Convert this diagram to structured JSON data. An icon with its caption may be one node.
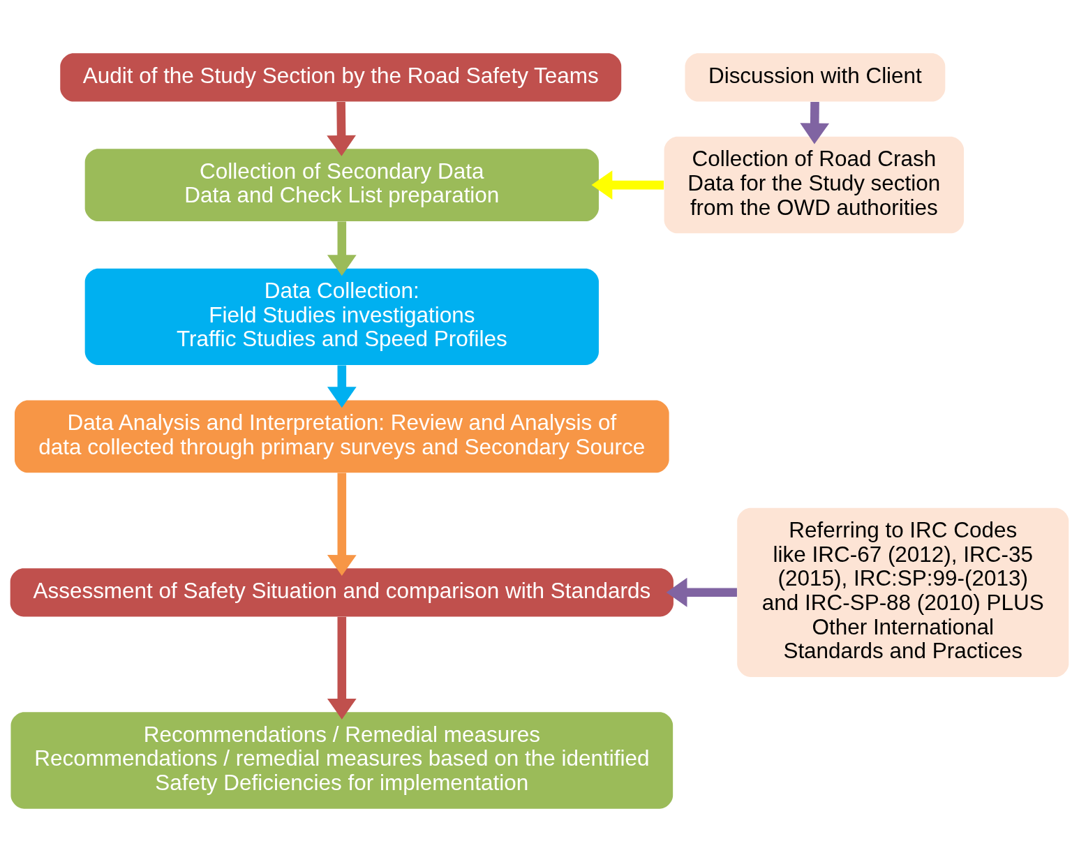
{
  "diagram": {
    "nodes": [
      {
        "text": [
          "Audit of the Study Section by the Road Safety Teams"
        ]
      },
      {
        "text": [
          "Collection of Secondary Data",
          "Data and Check List preparation"
        ]
      },
      {
        "text": [
          "Data Collection:",
          "Field Studies investigations",
          "Traffic Studies and Speed Profiles"
        ]
      },
      {
        "text": [
          "Data Analysis and Interpretation: Review and Analysis of data collected through primary surveys and Secondary Source"
        ]
      },
      {
        "text": [
          "Assessment of Safety Situation and comparison with Standards"
        ]
      },
      {
        "text": [
          "Recommendations / Remedial measures",
          "Recommendations / remedial measures based on the identified Safety Deficiencies for implementation"
        ]
      },
      {
        "text": [
          "Discussion with Client"
        ]
      },
      {
        "text": [
          "Collection of Road Crash Data for the Study section from the OWD authorities"
        ]
      },
      {
        "text": [
          "Referring to IRC Codes like IRC-67 (2012), IRC-35 (2015), IRC:SP:99-(2013) and IRC-SP-88 (2010) PLUS Other International Standards and Practices"
        ]
      }
    ],
    "edges": [
      {
        "from": 0,
        "to": 1,
        "arrow": "to",
        "color": "#c0504d"
      },
      {
        "from": 1,
        "to": 2,
        "arrow": "to",
        "color": "#9bbb59"
      },
      {
        "from": 2,
        "to": 3,
        "arrow": "to",
        "color": "#00b0f0"
      },
      {
        "from": 3,
        "to": 4,
        "arrow": "to",
        "color": "#f79646"
      },
      {
        "from": 4,
        "to": 5,
        "arrow": "to",
        "color": "#c0504d"
      },
      {
        "from": 6,
        "to": 7,
        "arrow": "to",
        "color": "#8064a2"
      },
      {
        "from": 7,
        "to": 1,
        "arrow": "to",
        "color": "#ffff00"
      },
      {
        "from": 8,
        "to": 4,
        "arrow": "to",
        "color": "#8064a2"
      }
    ]
  }
}
